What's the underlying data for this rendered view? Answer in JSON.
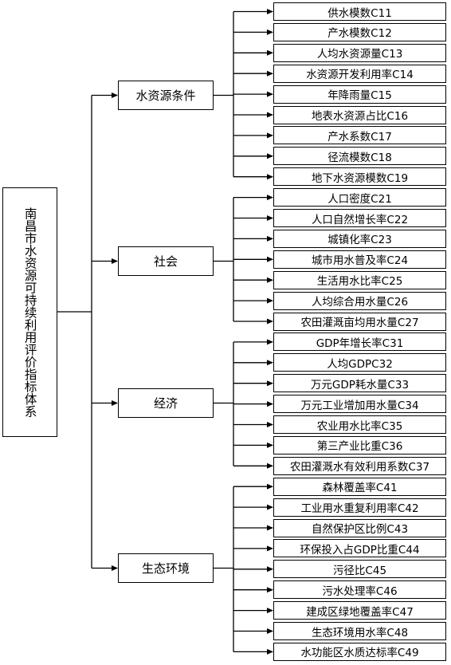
{
  "root": {
    "label": "南昌市水资源可持续利用评价指标体系"
  },
  "categories": [
    {
      "label": "水资源条件",
      "indicators": [
        "供水模数C11",
        "产水模数C12",
        "人均水资源量C13",
        "水资源开发利用率C14",
        "年降雨量C15",
        "地表水资源占比C16",
        "产水系数C17",
        "径流模数C18",
        "地下水资源模数C19"
      ]
    },
    {
      "label": "社会",
      "indicators": [
        "人口密度C21",
        "人口自然增长率C22",
        "城镇化率C23",
        "城市用水普及率C24",
        "生活用水比率C25",
        "人均综合用水量C26",
        "农田灌溉亩均用水量C27"
      ]
    },
    {
      "label": "经济",
      "indicators": [
        "GDP年增长率C31",
        "人均GDPC32",
        "万元GDP耗水量C33",
        "万元工业增加用水量C34",
        "农业用水比率C35",
        "第三产业比重C36",
        "农田灌溉水有效利用系数C37"
      ]
    },
    {
      "label": "生态环境",
      "indicators": [
        "森林覆盖率C41",
        "工业用水重复利用率C42",
        "自然保护区比例C43",
        "环保投入占GDP比重C44",
        "污径比C45",
        "污水处理率C46",
        "建成区绿地覆盖率C47",
        "生态环境用水率C48",
        "水功能区水质达标率C49"
      ]
    }
  ]
}
